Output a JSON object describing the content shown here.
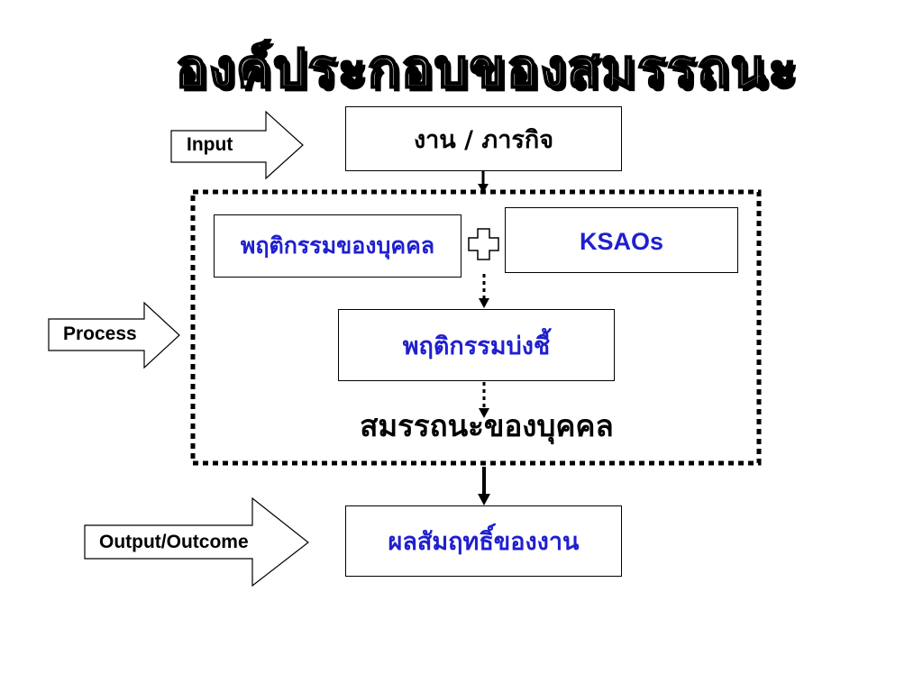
{
  "title": "องค์ประกอบของสมรรถนะ",
  "stages": {
    "input": "Input",
    "process": "Process",
    "output": "Output/Outcome"
  },
  "nodes": {
    "task": "งาน / ภารกิจ",
    "behavior": "พฤติกรรมของบุคคล",
    "ksaos": "KSAOs",
    "indicator": "พฤติกรรมบ่งชี้",
    "competency": "สมรรถนะของบุคคล",
    "result": "ผลสัมฤทธิ์ของงาน"
  },
  "colors": {
    "accent_text": "#1f1fd0",
    "border": "#000000",
    "background": "#ffffff"
  },
  "icons": {
    "combine": "plus-icon"
  }
}
